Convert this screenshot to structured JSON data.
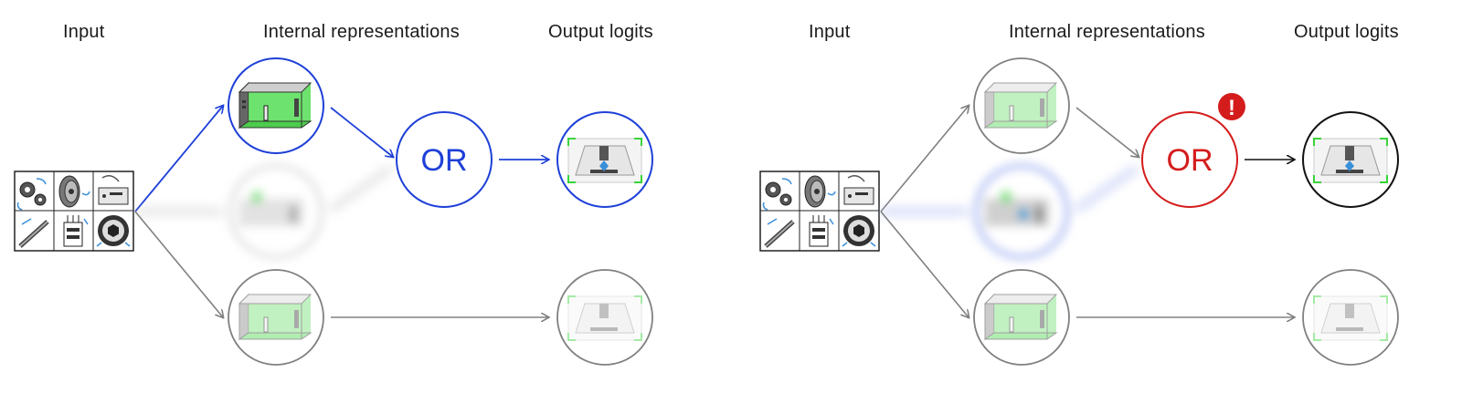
{
  "panels": [
    {
      "id": "left",
      "headers": {
        "input": "Input",
        "internal": "Internal representations",
        "output": "Output logits"
      },
      "or_label": "OR",
      "highlight_color": "#1e40d8",
      "or_color": "#1e40d8",
      "output_top_border": "#1e40d8",
      "alert": false
    },
    {
      "id": "right",
      "headers": {
        "input": "Input",
        "internal": "Internal representations",
        "output": "Output logits"
      },
      "or_label": "OR",
      "highlight_color": "#7f7f7f",
      "or_color": "#d41c1c",
      "output_top_border": "#111111",
      "alert": true,
      "alert_symbol": "!"
    }
  ],
  "colors": {
    "blue": "#1e40d8",
    "gray": "#808080",
    "red": "#d41c1c",
    "green": "#39d439",
    "light_blue": "#3a8fd9"
  },
  "icons": [
    "gears-icon",
    "motor-icon",
    "control-box-icon",
    "robot-arm-icon",
    "contactor-icon",
    "bearing-icon",
    "room-3d-icon",
    "output-frame-icon",
    "alert-icon"
  ]
}
